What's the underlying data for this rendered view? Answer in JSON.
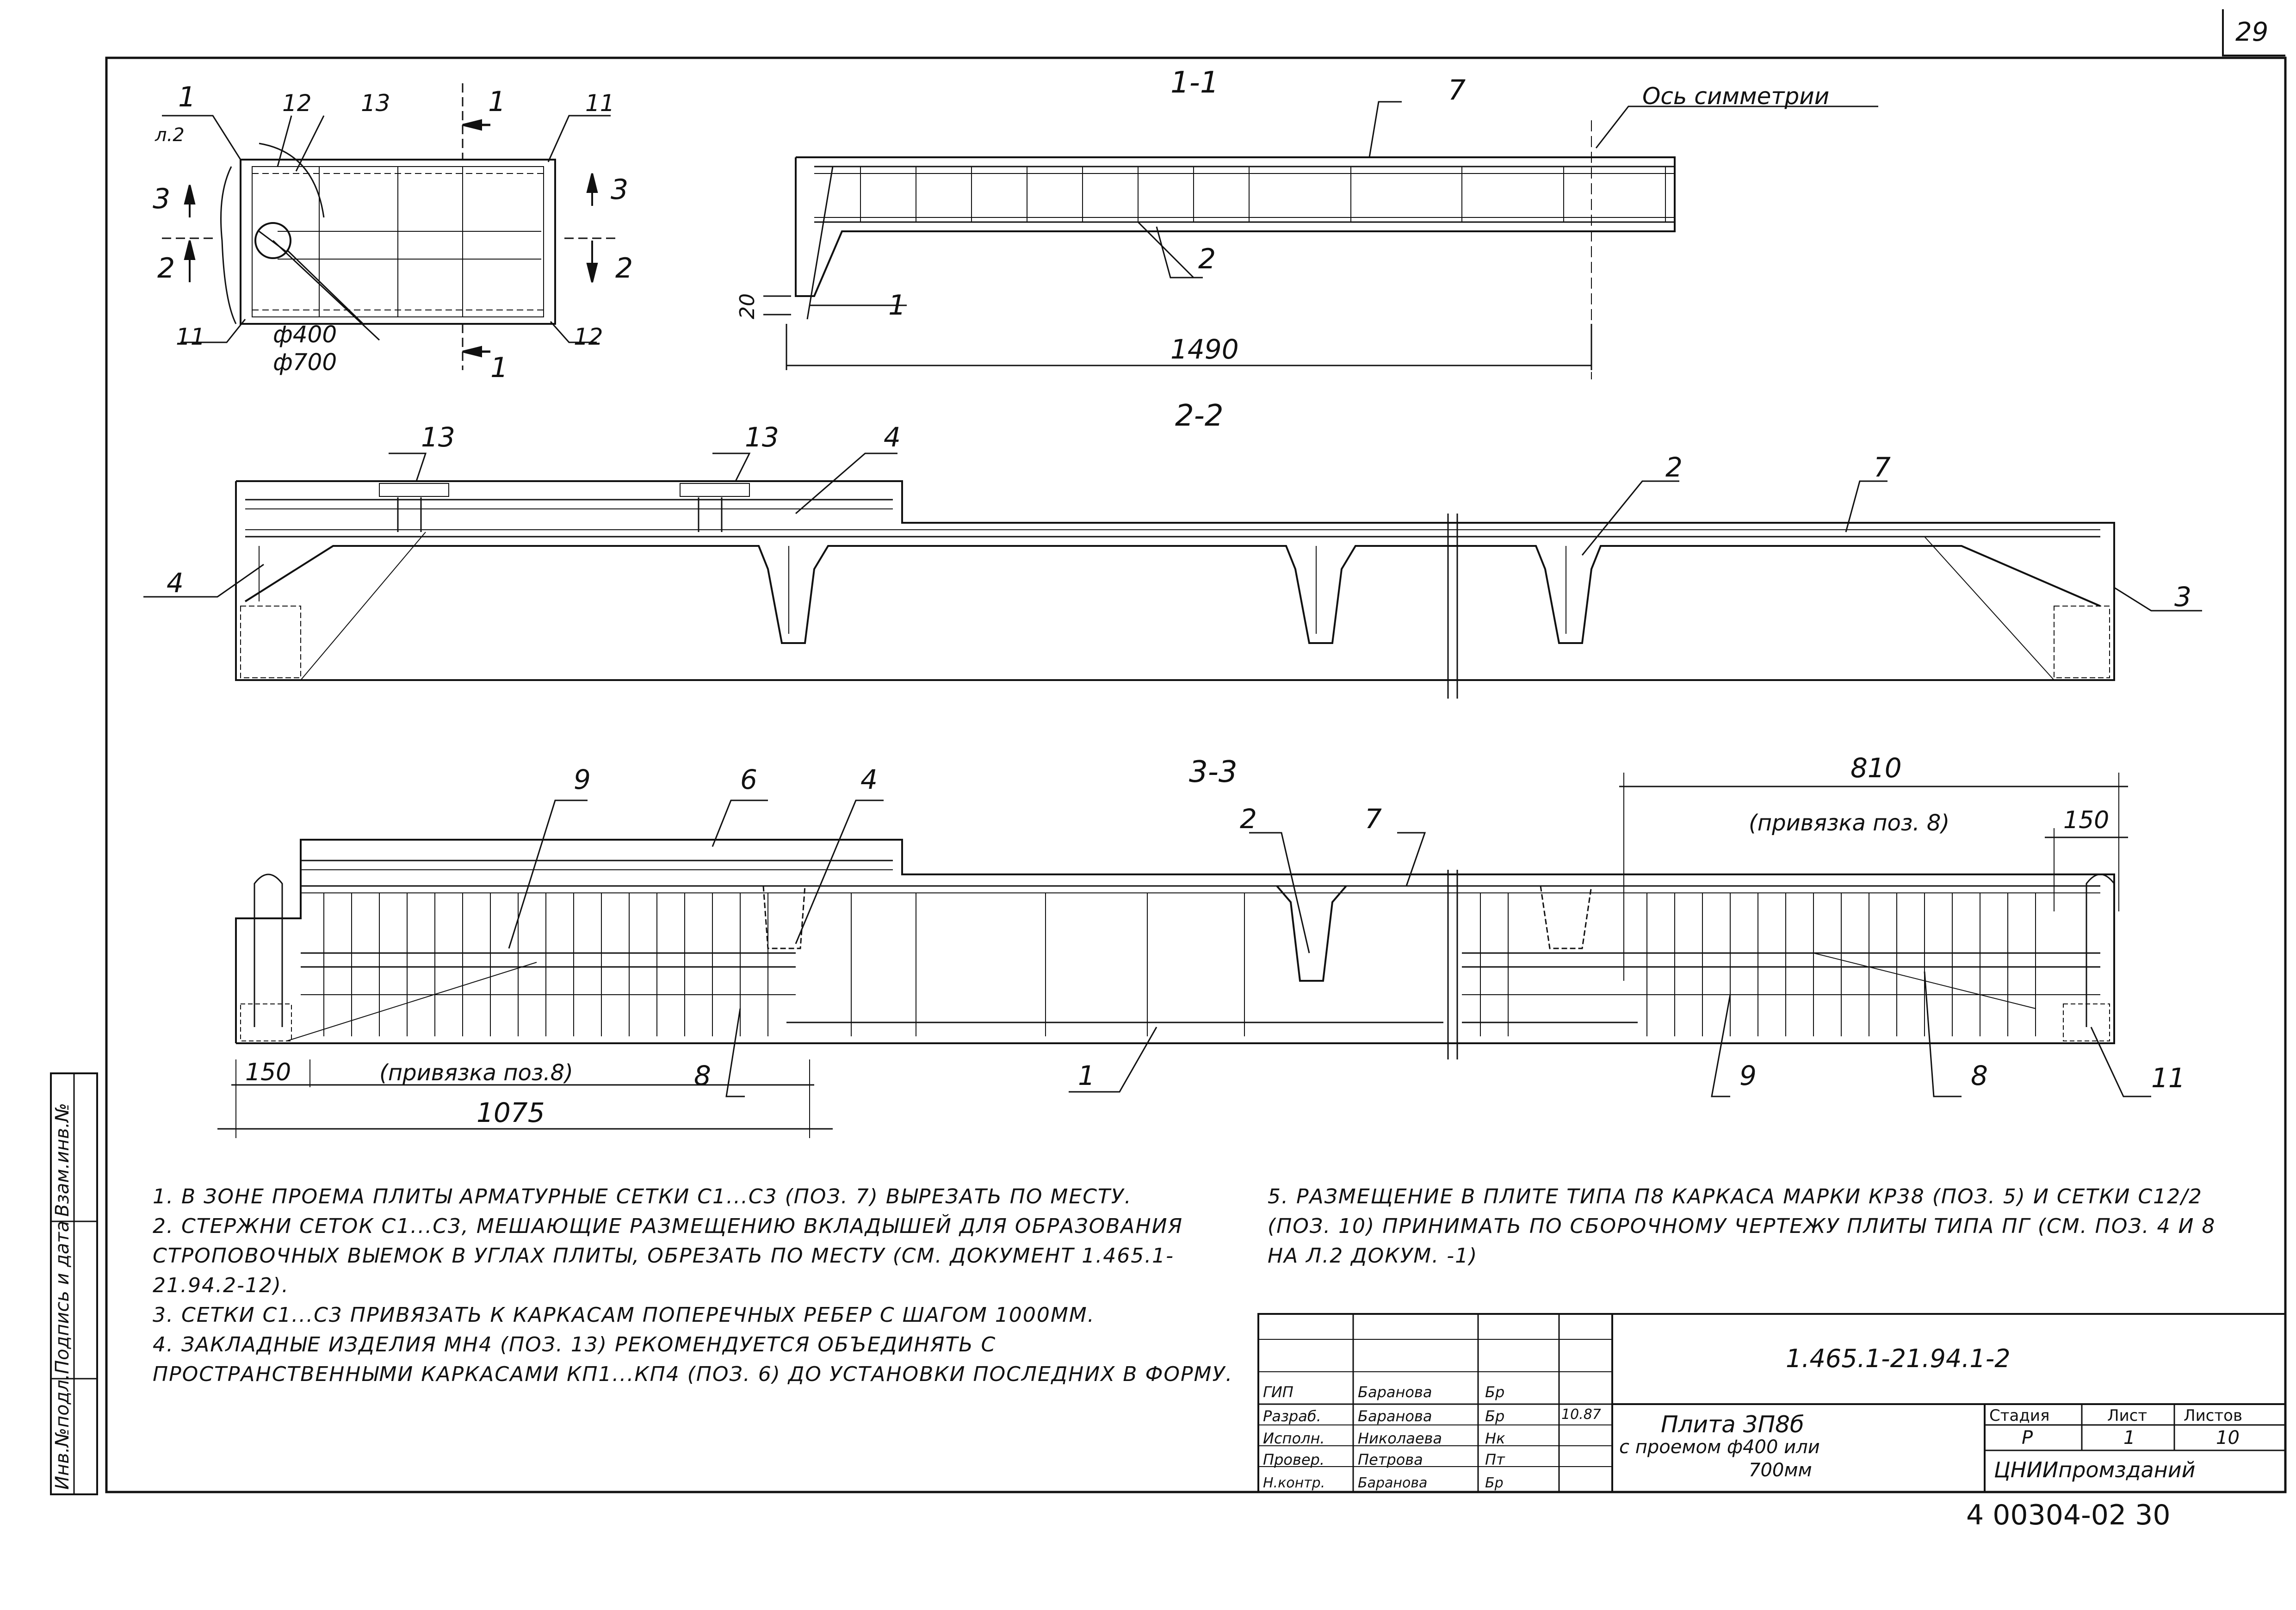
{
  "page_number": "29",
  "side_stamp": [
    "Инв.№подл.",
    "Подпись и дата",
    "Взам.инв.№"
  ],
  "section_labels": {
    "s11": "1-1",
    "s22": "2-2",
    "s33": "3-3"
  },
  "plan": {
    "marks": [
      "1",
      "л.2",
      "12",
      "13",
      "1",
      "11",
      "3",
      "3",
      "2",
      "2",
      "11",
      "12",
      "1"
    ],
    "diam_small": "ф400",
    "diam_large": "ф700"
  },
  "section_11": {
    "axis_label": "Ось симметрии",
    "pos_7": "7",
    "pos_2": "2",
    "pos_1": "1",
    "dim_20": "20",
    "dim_1490": "1490"
  },
  "section_22": {
    "pos_13a": "13",
    "pos_13b": "13",
    "pos_4_top": "4",
    "pos_2": "2",
    "pos_7": "7",
    "pos_4_left": "4",
    "pos_3": "3"
  },
  "section_33": {
    "pos_9": "9",
    "pos_6": "6",
    "pos_4": "4",
    "pos_2": "2",
    "pos_7": "7",
    "dim_810": "810",
    "binding_right": "(привязка поз. 8)",
    "dim_150_right": "150",
    "dim_150_left": "150",
    "binding_left": "(привязка поз.8)",
    "pos_8_left": "8",
    "dim_1075": "1075",
    "pos_1": "1",
    "pos_9_right": "9",
    "pos_8_right": "8",
    "pos_11": "11"
  },
  "notes_left": [
    "1. В зоне проема плиты арматурные сетки С1...С3 (поз. 7) вырезать по месту.",
    "2. Стержни сеток С1...С3, мешающие размещению вкладышей для образования строповочных выемок в углах плиты, обрезать по месту (см. документ 1.465.1-21.94.2-12).",
    "3. Сетки С1...С3 привязать к каркасам поперечных ребер с шагом 1000мм.",
    "4. Закладные изделия МН4 (поз. 13) рекомендуется объединять с пространственными каркасами КП1...КП4 (поз. 6) до установки последних в форму."
  ],
  "notes_right": [
    "5. Размещение в плите типа П8 каркаса марки КР38 (поз. 5) и сетки С12/2 (поз. 10) принимать по сборочному чертежу плиты типа ПГ (см. поз. 4 и 8 на л.2 докум. -1)"
  ],
  "title_block": {
    "doc_code": "1.465.1-21.94.1-2",
    "title_line1": "Плита 3П8б",
    "title_line2": "с проемом ф400 или",
    "title_line3": "700мм",
    "org": "ЦНИИпромзданий",
    "stage_header": "Стадия",
    "sheet_header": "Лист",
    "sheets_header": "Листов",
    "stage": "Р",
    "sheet": "1",
    "sheets": "10",
    "date": "10.87",
    "rows": [
      {
        "role": "ГИП",
        "name": "Баранова",
        "sign": "Бр"
      },
      {
        "role": "Разраб.",
        "name": "Баранова",
        "sign": "Бр"
      },
      {
        "role": "Исполн.",
        "name": "Николаева",
        "sign": "Нк"
      },
      {
        "role": "Провер.",
        "name": "Петрова",
        "sign": "Пт"
      },
      {
        "role": "Н.контр.",
        "name": "Баранова",
        "sign": "Бр"
      }
    ]
  },
  "archive_code": "4 00304-02  30"
}
